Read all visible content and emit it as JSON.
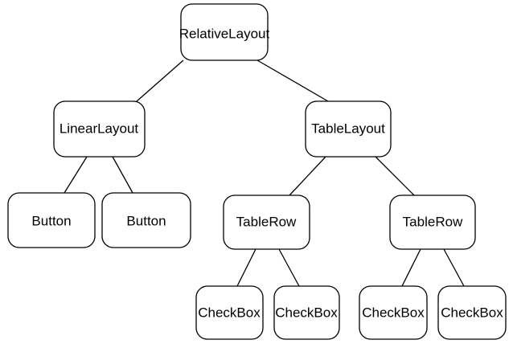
{
  "diagram": {
    "nodes": {
      "root": {
        "label": "RelativeLayout"
      },
      "linear": {
        "label": "LinearLayout"
      },
      "table": {
        "label": "TableLayout"
      },
      "button1": {
        "label": "Button"
      },
      "button2": {
        "label": "Button"
      },
      "row1": {
        "label": "TableRow"
      },
      "row2": {
        "label": "TableRow"
      },
      "cb1": {
        "label": "CheckBox"
      },
      "cb2": {
        "label": "CheckBox"
      },
      "cb3": {
        "label": "CheckBox"
      },
      "cb4": {
        "label": "CheckBox"
      }
    },
    "edges": [
      {
        "from": "root",
        "to": "linear"
      },
      {
        "from": "root",
        "to": "table"
      },
      {
        "from": "linear",
        "to": "button1"
      },
      {
        "from": "linear",
        "to": "button2"
      },
      {
        "from": "table",
        "to": "row1"
      },
      {
        "from": "table",
        "to": "row2"
      },
      {
        "from": "row1",
        "to": "cb1"
      },
      {
        "from": "row1",
        "to": "cb2"
      },
      {
        "from": "row2",
        "to": "cb3"
      },
      {
        "from": "row2",
        "to": "cb4"
      }
    ]
  }
}
